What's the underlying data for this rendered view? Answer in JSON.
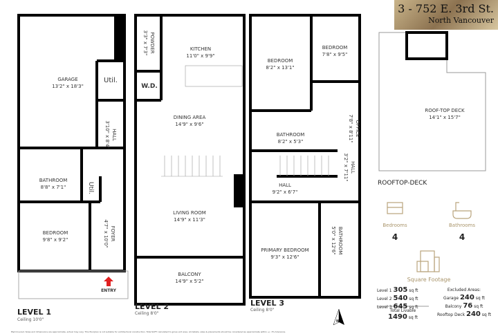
{
  "header": {
    "address": "3 - 752 E. 3rd St.",
    "city": "North Vancouver"
  },
  "level1": {
    "name": "LEVEL 1",
    "ceiling": "Ceiling 10'0\"",
    "rooms": [
      {
        "name": "GARAGE",
        "dim": "13'2\" x 18'3\""
      },
      {
        "name": "Util.",
        "dim": ""
      },
      {
        "name": "HALL",
        "dim": "3'10\" x 8'4\""
      },
      {
        "name": "BATHROOM",
        "dim": "8'8\" x 7'1\""
      },
      {
        "name": "Util.",
        "dim": ""
      },
      {
        "name": "BEDROOM",
        "dim": "9'8\" x 9'2\""
      },
      {
        "name": "FOYER",
        "dim": "4'7\" x 10'0\""
      }
    ],
    "entry": "ENTRY"
  },
  "level2": {
    "name": "LEVEL 2",
    "ceiling": "Ceiling 8'0\"",
    "rooms": [
      {
        "name": "POWDER",
        "dim": "3'3\" x 7'3\""
      },
      {
        "name": "W.D.",
        "dim": ""
      },
      {
        "name": "KITCHEN",
        "dim": "11'0\" x 9'9\""
      },
      {
        "name": "DINING AREA",
        "dim": "14'9\" x 9'6\""
      },
      {
        "name": "LIVING ROOM",
        "dim": "14'9\" x 11'3\""
      },
      {
        "name": "BALCONY",
        "dim": "14'9\" x 5'2\""
      }
    ]
  },
  "level3": {
    "name": "LEVEL 3",
    "ceiling": "Ceiling 8'0\"",
    "rooms": [
      {
        "name": "BEDROOM",
        "dim": "8'2\" x 13'1\""
      },
      {
        "name": "BEDROOM",
        "dim": "7'8\" x 9'5\""
      },
      {
        "name": "OFFICE",
        "dim": "7'8\" x 8'11\""
      },
      {
        "name": "BATHROOM",
        "dim": "8'2\" x 5'3\""
      },
      {
        "name": "HALL",
        "dim": "3'2\" x 7'11\""
      },
      {
        "name": "HALL",
        "dim": "9'2\" x 6'7\""
      },
      {
        "name": "PRIMARY BEDROOM",
        "dim": "9'3\" x 12'6\""
      },
      {
        "name": "BATHROOM",
        "dim": "5'0\" x 12'6\""
      }
    ]
  },
  "rooftop": {
    "name": "ROOFTOP-DECK",
    "rooms": [
      {
        "name": "ROOF-TOP DECK",
        "dim": "14'1\" x 15'7\""
      }
    ]
  },
  "stats": {
    "bedrooms_label": "Bedrooms",
    "bedrooms": "4",
    "bathrooms_label": "Bathrooms",
    "bathrooms": "4",
    "sqft_label": "Square Footage",
    "levels": [
      {
        "label": "Level 1",
        "value": "305",
        "unit": "sq ft"
      },
      {
        "label": "Level 2",
        "value": "540",
        "unit": "sq ft"
      },
      {
        "label": "Level 3",
        "value": "645",
        "unit": "sq ft"
      }
    ],
    "total_label": "Total Livable",
    "total": "1490",
    "total_unit": "sq ft",
    "excluded_label": "Excluded Areas:",
    "excluded": [
      {
        "label": "Garage",
        "value": "240",
        "unit": "sq ft"
      },
      {
        "label": "Balcony",
        "value": "76",
        "unit": "sq ft"
      },
      {
        "label": "Rooftop Deck",
        "value": "240",
        "unit": "sq ft"
      }
    ]
  },
  "compass": "N",
  "disclaimer": "E&O Insured. Sizes and dimensions are approximate, actual may vary. This floorplan is not suitable for architectural construction. Total SQFT calculated to gross unit area. All details, sizes & placements should be considered as approximate within +/- 3% tolerance.",
  "colors": {
    "wall": "#000000",
    "entry_arrow": "#e02020",
    "title_gold": "#a9946a"
  }
}
